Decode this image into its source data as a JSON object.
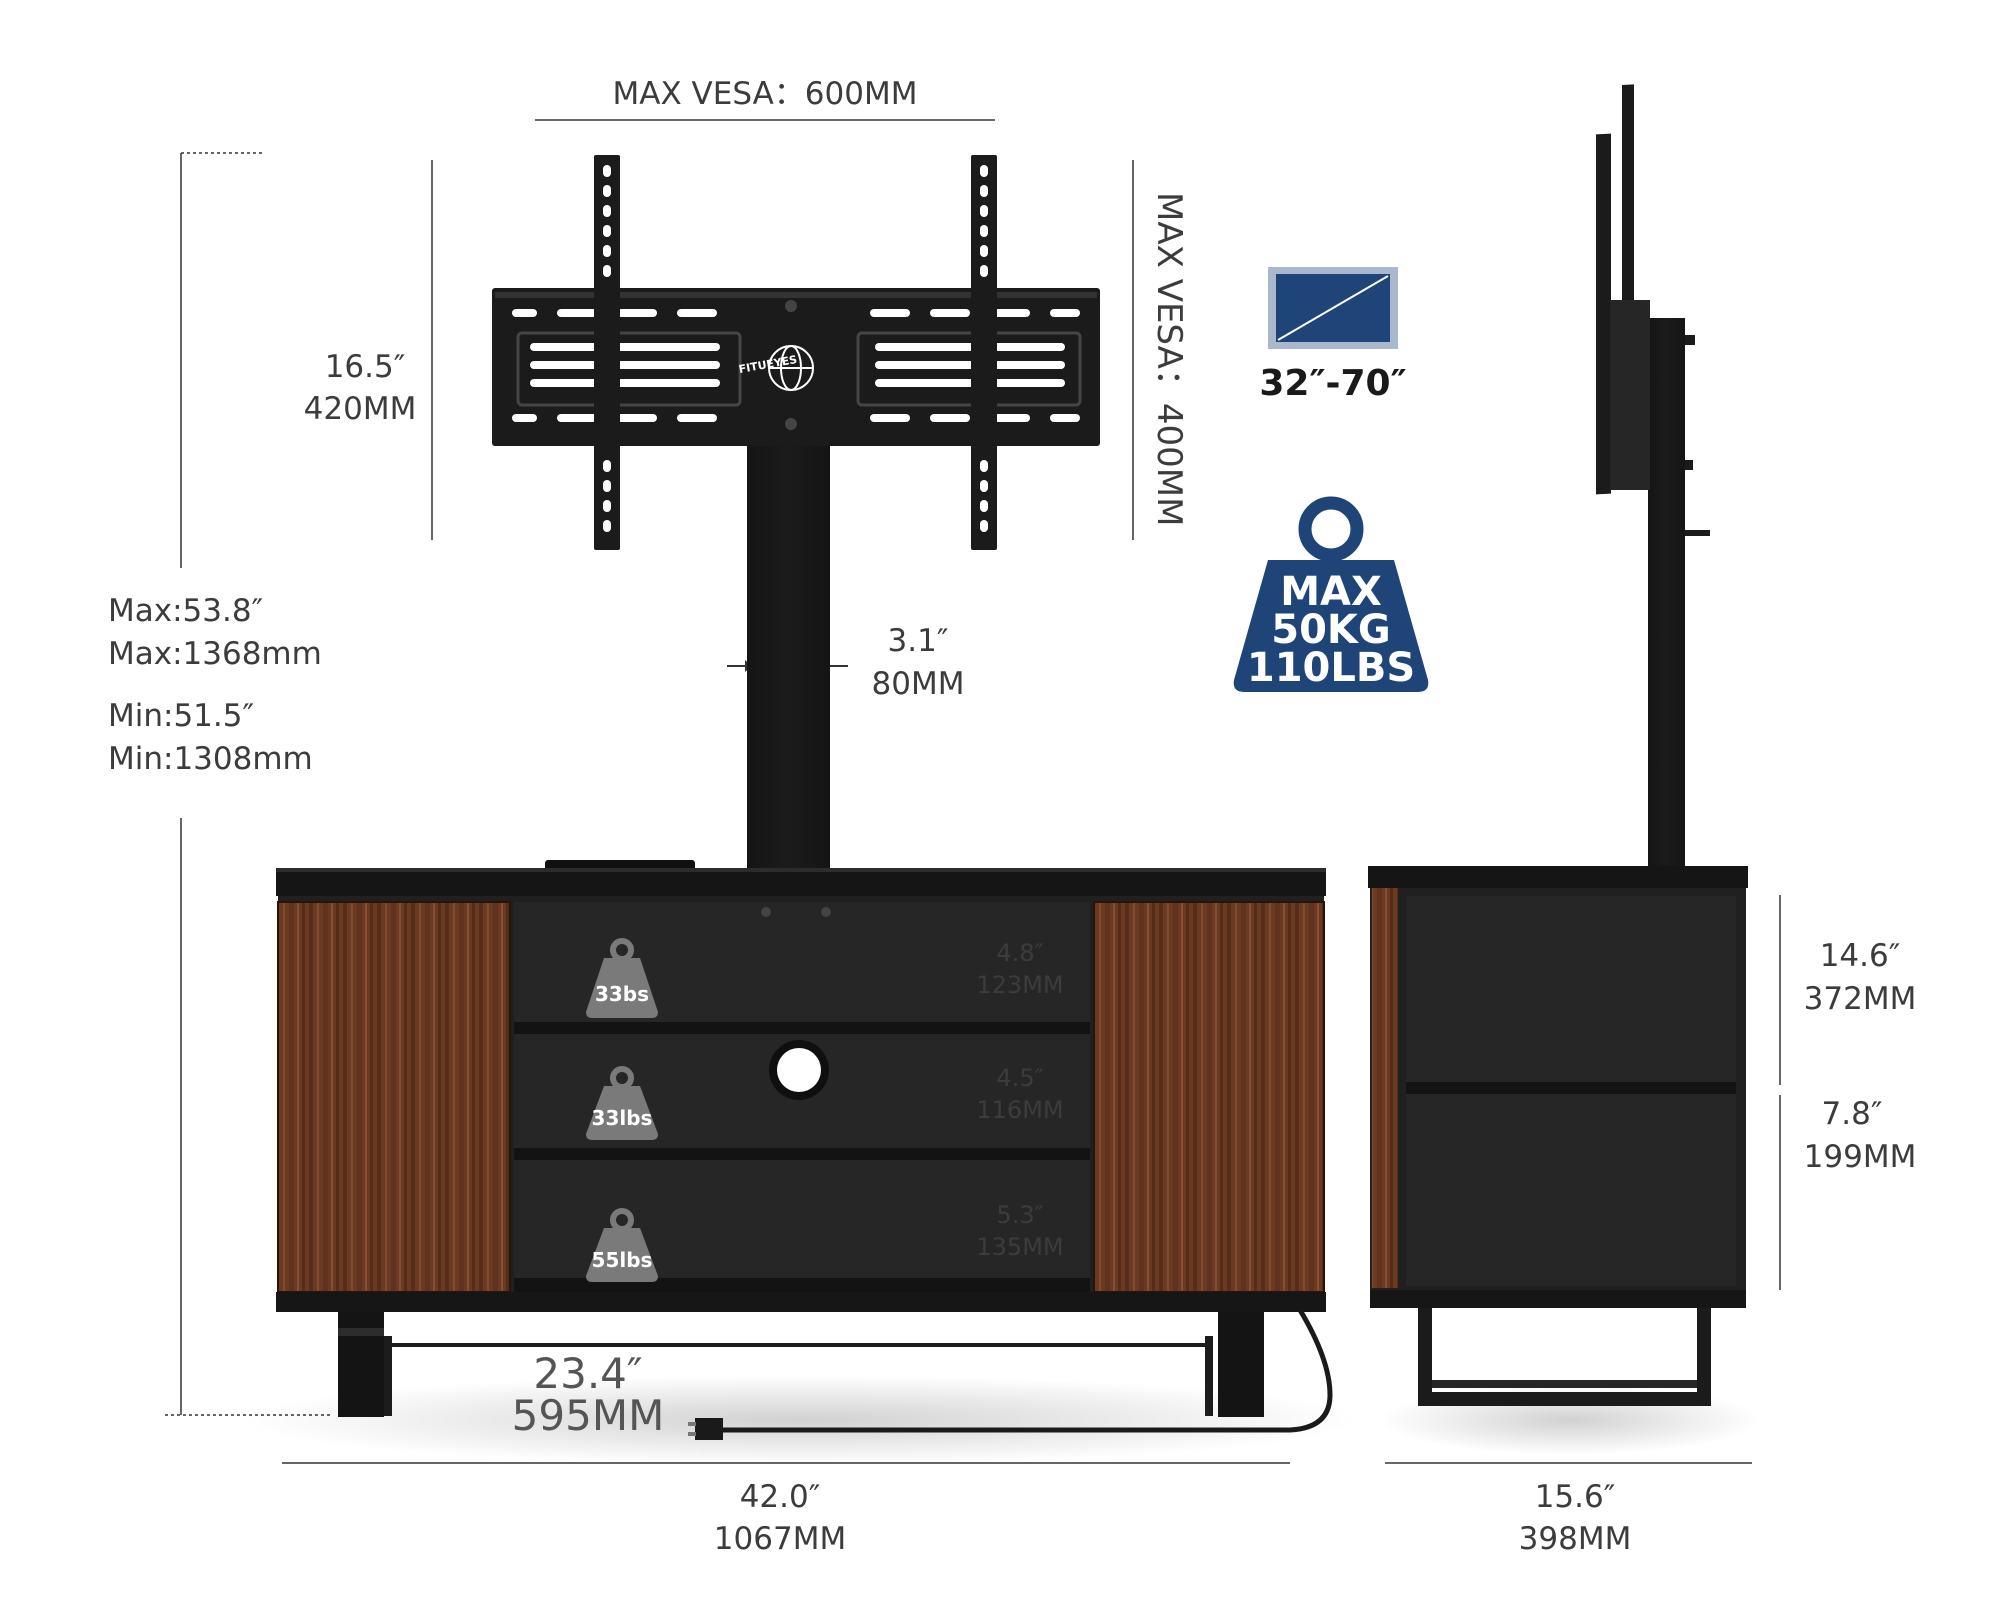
{
  "colors": {
    "dimension_line": "#333333",
    "frame_black": "#1b1b1b",
    "cabinet_black": "#202020",
    "walnut": "#6b3a22",
    "badge_navy": "#1f4477",
    "weight_icon_gray": "#7a7a7a"
  },
  "icons": {
    "screen_size": "screen-diagonal-icon",
    "max_weight": "weight-icon",
    "shelf_weight": "weight-icon",
    "brand": "globe-logo"
  },
  "brand": {
    "logo_text": "FITUEYES"
  },
  "vesa": {
    "horizontal": "MAX VESA：600MM",
    "vertical": "MAX VESA：400MM"
  },
  "mount_height": {
    "inch": "16.5″",
    "mm": "420MM"
  },
  "overall_height": {
    "max_in": "Max:53.8″",
    "max_mm": "Max:1368mm",
    "min_in": "Min:51.5″",
    "min_mm": "Min:1308mm"
  },
  "pole_width": {
    "inch": "3.1″",
    "mm": "80MM"
  },
  "screen_size": {
    "label": "32″-70″"
  },
  "max_load": {
    "line1": "MAX",
    "line2": "50KG",
    "line3": "110LBS"
  },
  "shelves": [
    {
      "weight": "33bs",
      "height_in": "4.8″",
      "height_mm": "123MM"
    },
    {
      "weight": "33lbs",
      "height_in": "4.5″",
      "height_mm": "116MM"
    },
    {
      "weight": "55lbs",
      "height_in": "5.3″",
      "height_mm": "135MM"
    }
  ],
  "leg_span": {
    "inch": "23.4″",
    "mm": "595MM"
  },
  "cabinet_width": {
    "inch": "42.0″",
    "mm": "1067MM"
  },
  "side_depth": {
    "inch": "15.6″",
    "mm": "398MM"
  },
  "side_upper": {
    "inch": "14.6″",
    "mm": "372MM"
  },
  "side_lower": {
    "inch": "7.8″",
    "mm": "199MM"
  }
}
